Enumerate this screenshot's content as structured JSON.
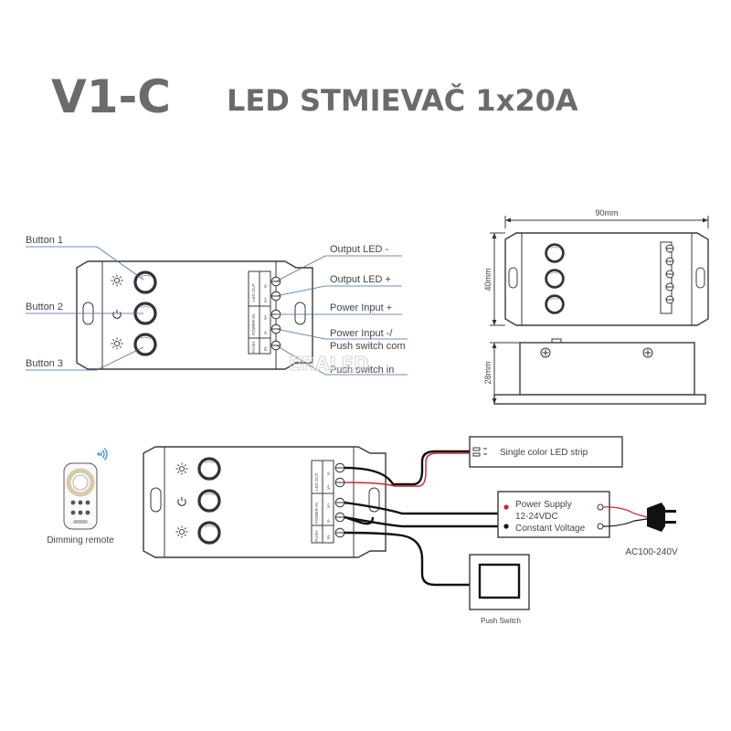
{
  "title": {
    "model": "V1-C",
    "name": "LED STMIEVAČ  1x20A"
  },
  "watermark": "ERALED",
  "callouts": {
    "buttons": [
      "Button 1",
      "Button 2",
      "Button 3"
    ],
    "terminals": [
      "Output LED -",
      "Output LED +",
      "Power Input +",
      "Power Input -/",
      "Push switch com",
      "Push switch in"
    ]
  },
  "terminal_block": {
    "group_labels": [
      "LED OUT",
      "POWER IN",
      "PUSH"
    ],
    "pin_labels": [
      "V-",
      "V+",
      "V+",
      "V-",
      "IN"
    ]
  },
  "dimensions": {
    "width": "90mm",
    "height": "40mm",
    "depth": "28mm"
  },
  "wiring": {
    "remote_label": "Dimming remote",
    "led_strip_label": "Single color LED strip",
    "power_supply": [
      "Power Supply",
      "12-24VDC",
      "Constant Voltage"
    ],
    "mains_label": "AC100-240V",
    "push_switch_label": "Push Switch"
  },
  "colors": {
    "title": "#6b6b6b",
    "outline": "#3a3a3a",
    "leader_line": "#3a6ea5",
    "wire_black": "#111111",
    "wire_red": "#c8282d",
    "marker_red": "#d42027",
    "remote_blue": "#3a8ee6"
  },
  "icons": [
    "brightness-up-icon",
    "power-icon",
    "brightness-down-icon",
    "wifi-signal-icon"
  ]
}
